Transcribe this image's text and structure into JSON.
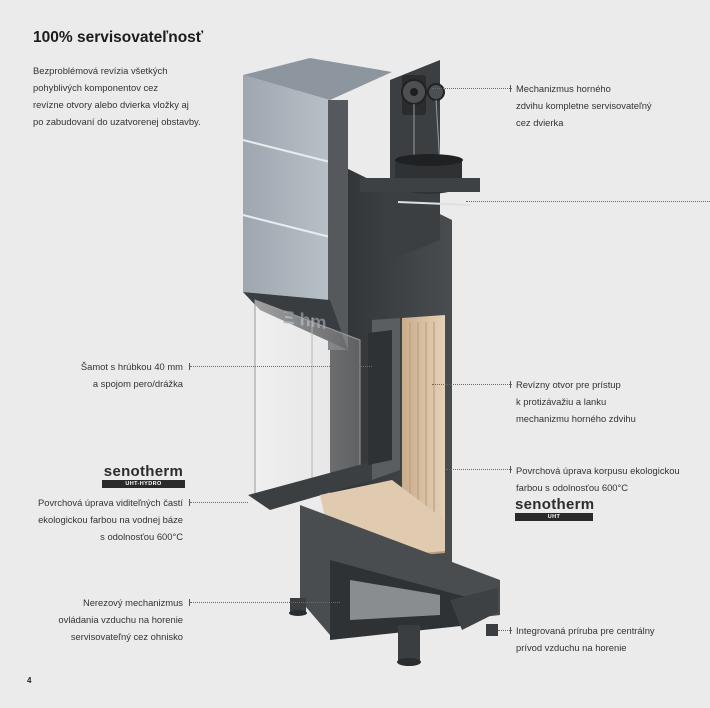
{
  "heading": "100% servisovateľnosť",
  "intro_lines": [
    "Bezproblémová revízia všetkých",
    "pohyblivých komponentov cez",
    "revízne otvory alebo dvierka vložky aj",
    "po zabudovaní do uzatvorenej obstavby."
  ],
  "annotations": {
    "mechanism": [
      "Mechanizmus horného",
      "zdvihu kompletne servisovateľný",
      "cez dvierka"
    ],
    "chamotte": [
      "Šamot s hrúbkou 40 mm",
      "a spojom pero/drážka"
    ],
    "revision": [
      "Revízny otvor pre prístup",
      "k protizávažiu a lanku",
      "mechanizmu horného zdvihu"
    ],
    "visible_finish": [
      "Povrchová úprava viditeľných častí",
      "ekologickou farbou na vodnej báze",
      "s odolnosťou 600°C"
    ],
    "body_finish": [
      "Povrchová úprava korpusu ekologickou",
      "farbou s odolnosťou 600°C"
    ],
    "air_mechanism": [
      "Nerezový mechanizmus",
      "ovládania vzduchu na horenie",
      "servisovateľný cez ohnisko"
    ],
    "flange": [
      "Integrovaná príruba pre centrálny",
      "prívod vzduchu na horenie"
    ]
  },
  "brand_logos": [
    {
      "name": "senotherm",
      "tag": "UHT-HYDRO"
    },
    {
      "name": "senotherm",
      "tag": "UHT"
    }
  ],
  "page_number": "4",
  "colors": {
    "background": "#ebebeb",
    "steel_dark": "#3b3e41",
    "steel_panel": "#a7b0b8",
    "chamotte": "#d9c2a6"
  }
}
